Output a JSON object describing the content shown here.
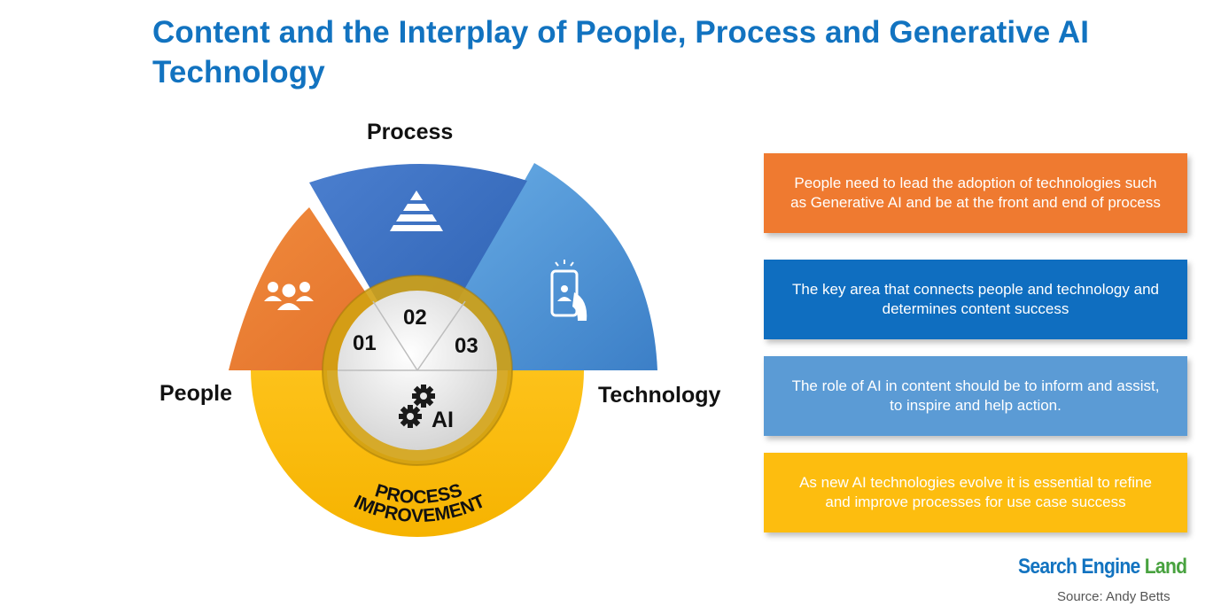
{
  "title": "Content and the Interplay of People, Process and Generative AI Technology",
  "labels": {
    "process": "Process",
    "people": "People",
    "technology": "Technology"
  },
  "segments": {
    "people": "01",
    "process": "02",
    "technology": "03"
  },
  "center_label": "AI",
  "arc_text": {
    "line1": "PROCESS",
    "line2": "IMPROVEMENT"
  },
  "cards": [
    {
      "line1": "People need to lead the adoption of technologies such",
      "line2": "as Generative AI and be at the front  and end of process",
      "color": "#ef7a30"
    },
    {
      "line1": "The  key area that connects people and technology and",
      "line2": "determines content  success",
      "color": "#0f6ec0"
    },
    {
      "line1": "The  role of AI in  content should be to inform and assist,",
      "line2": "to inspire and help action.",
      "color": "#5b9bd5"
    },
    {
      "line1": "As new AI technologies evolve it is essential to refine",
      "line2": "and improve processes for use case success",
      "color": "#fdbd0f"
    }
  ],
  "brand": {
    "part1": "Search Engine ",
    "part2": "Land"
  },
  "source": "Source: Andy Betts",
  "colors": {
    "title": "#1273c0",
    "people": "#ef7a30",
    "process": "#3a6fc0",
    "technology": "#4a8fd0",
    "improvement": "#fdbd0f"
  },
  "icons": {
    "people": "people-group-icon",
    "process": "pyramid-icon",
    "technology": "smartphone-user-icon",
    "ai": "gears-icon"
  }
}
